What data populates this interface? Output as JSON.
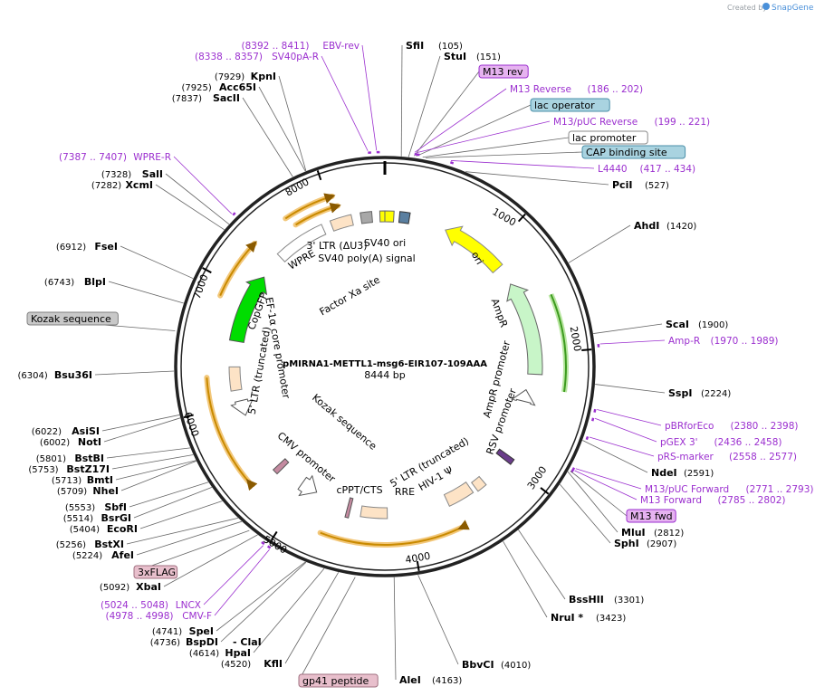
{
  "credit": {
    "prefix": "Created by",
    "brand": "SnapGene"
  },
  "plasmid": {
    "name": "pMIRNA1-METTL1-msg6-EIR107-109AAA",
    "size": "8444 bp"
  },
  "ticks": [
    "1000",
    "2000",
    "3000",
    "4000",
    "5000",
    "6000",
    "7000",
    "8000"
  ],
  "top_sites": [
    {
      "name": "SfiI",
      "pos": "(105)"
    },
    {
      "name": "StuI",
      "pos": "(151)"
    }
  ],
  "top_boxes": [
    {
      "label": "M13 rev",
      "bg": "#e6b3f0",
      "border": "#9b2fcf"
    },
    {
      "label": "lac operator",
      "bg": "#a9d3e0",
      "border": "#4a8fa8"
    },
    {
      "label": "lac promoter",
      "bg": "#ffffff",
      "border": "#888888"
    },
    {
      "label": "CAP binding site",
      "bg": "#a9d3e0",
      "border": "#4a8fa8"
    }
  ],
  "top_primers": [
    {
      "name": "M13 Reverse",
      "pos": "(186 .. 202)"
    },
    {
      "name": "M13/pUC Reverse",
      "pos": "(199 .. 221)"
    },
    {
      "name": "L4440",
      "pos": "(417 .. 434)"
    }
  ],
  "right_sites": [
    {
      "name": "PciI",
      "pos": "(527)"
    },
    {
      "name": "AhdI",
      "pos": "(1420)"
    },
    {
      "name": "ScaI",
      "pos": "(1900)"
    },
    {
      "name": "SspI",
      "pos": "(2224)"
    },
    {
      "name": "NdeI",
      "pos": "(2591)"
    },
    {
      "name": "MluI",
      "pos": "(2812)"
    },
    {
      "name": "SphI",
      "pos": "(2907)"
    },
    {
      "name": "BssHII",
      "pos": "(3301)"
    },
    {
      "name": "NruI *",
      "pos": "(3423)"
    }
  ],
  "right_primers": [
    {
      "name": "Amp-R",
      "pos": "(1970 .. 1989)"
    },
    {
      "name": "pBRforEco",
      "pos": "(2380 .. 2398)"
    },
    {
      "name": "pGEX 3'",
      "pos": "(2436 .. 2458)"
    },
    {
      "name": "pRS-marker",
      "pos": "(2558 .. 2577)"
    },
    {
      "name": "M13/pUC Forward",
      "pos": "(2771 .. 2793)"
    },
    {
      "name": "M13 Forward",
      "pos": "(2785 .. 2802)"
    }
  ],
  "right_box": {
    "label": "M13 fwd",
    "bg": "#e6b3f0",
    "border": "#9b2fcf"
  },
  "bottom_sites": [
    {
      "name": "BbvCI",
      "pos": "(4010)"
    },
    {
      "name": "AleI",
      "pos": "(4163)"
    },
    {
      "name": "KflI",
      "pos": "(4520)"
    },
    {
      "name": "HpaI",
      "pos": "(4614)"
    },
    {
      "name": "BspDI",
      "pos": "(4736)"
    },
    {
      "name": "- ClaI",
      "pos": ""
    },
    {
      "name": "SpeI",
      "pos": "(4741)"
    },
    {
      "name": "XbaI",
      "pos": "(5092)"
    },
    {
      "name": "AfeI",
      "pos": "(5224)"
    },
    {
      "name": "BstXI",
      "pos": "(5256)"
    }
  ],
  "bottom_boxes": [
    {
      "label": "gp41 peptide",
      "bg": "#e8bfcc",
      "border": "#a07080"
    },
    {
      "label": "3xFLAG",
      "bg": "#e8bfcc",
      "border": "#a07080"
    }
  ],
  "bottom_primers": [
    {
      "name": "LNCX",
      "pos": "(5024 .. 5048)"
    },
    {
      "name": "CMV-F",
      "pos": "(4978 .. 4998)"
    }
  ],
  "left_sites": [
    {
      "name": "EcoRI",
      "pos": "(5404)"
    },
    {
      "name": "BsrGI",
      "pos": "(5514)"
    },
    {
      "name": "SbfI",
      "pos": "(5553)"
    },
    {
      "name": "NheI",
      "pos": "(5709)"
    },
    {
      "name": "BmtI",
      "pos": "(5713)"
    },
    {
      "name": "BstZ17I",
      "pos": "(5753)"
    },
    {
      "name": "BstBI",
      "pos": "(5801)"
    },
    {
      "name": "NotI",
      "pos": "(6002)"
    },
    {
      "name": "AsiSI",
      "pos": "(6022)"
    },
    {
      "name": "Bsu36I",
      "pos": "(6304)"
    },
    {
      "name": "BlpI",
      "pos": "(6743)"
    },
    {
      "name": "FseI",
      "pos": "(6912)"
    },
    {
      "name": "XcmI",
      "pos": "(7282)"
    },
    {
      "name": "SalI",
      "pos": "(7328)"
    },
    {
      "name": "SacII",
      "pos": "(7837)"
    },
    {
      "name": "Acc65I",
      "pos": "(7925)"
    },
    {
      "name": "KpnI",
      "pos": "(7929)"
    }
  ],
  "left_box": {
    "label": "Kozak sequence",
    "bg": "#c8c8c8",
    "border": "#808080"
  },
  "left_primers": [
    {
      "name": "WPRE-R",
      "pos": "(7387 .. 7407)"
    },
    {
      "name": "SV40pA-R",
      "pos": "(8338 .. 8357)"
    },
    {
      "name": "EBV-rev",
      "pos": "(8392 .. 8411)"
    }
  ],
  "inner_labels": [
    "SV40 ori",
    "SV40 poly(A) signal",
    "3' LTR (ΔU3)",
    "WPRE",
    "Factor Xa site",
    "ori",
    "AmpR",
    "AmpR promoter",
    "RSV promoter",
    "5' LTR (truncated)",
    "HIV-1 Ψ",
    "RRE",
    "cPPT/CTS",
    "CMV promoter",
    "Kozak sequence",
    "EF-1α core promoter",
    "5' LTR (truncated)",
    "CopGFP"
  ]
}
